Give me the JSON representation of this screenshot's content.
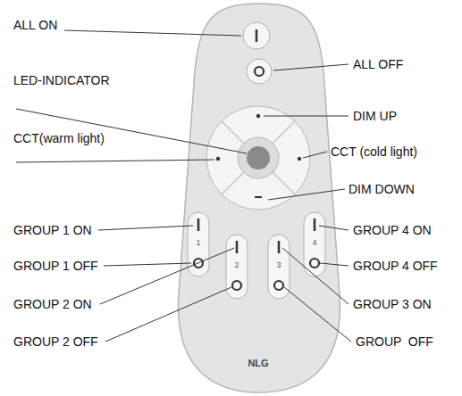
{
  "diagram": {
    "labels": [
      "ALL ON",
      "LED-INDICATOR",
      "CCT(warm light)",
      "GROUP 1 ON",
      "GROUP 1 OFF",
      "GROUP 2 ON",
      "GROUP 2 OFF",
      "ALL OFF",
      "DIM UP",
      "CCT (cold light)",
      "DIM DOWN",
      "GROUP 4 ON",
      "GROUP 4 OFF",
      "GROUP 3 ON",
      "GROUP  OFF",
      "1",
      "2",
      "3",
      "4",
      "NLG"
    ]
  }
}
